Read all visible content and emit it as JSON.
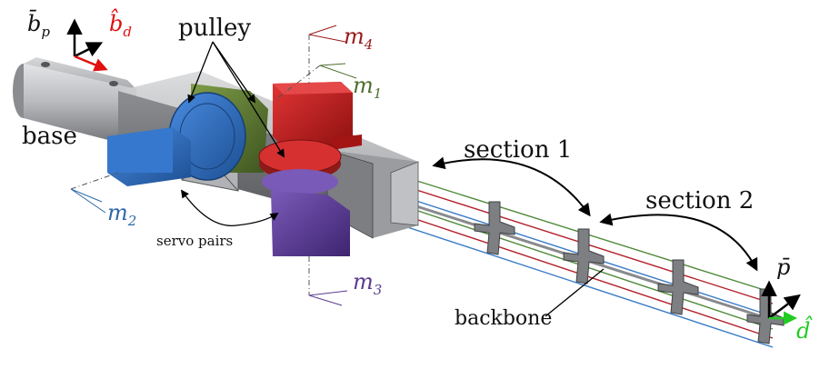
{
  "labels": {
    "base": "base",
    "pulley": "pulley",
    "servo_pairs": "servo pairs",
    "section1": "section 1",
    "section2": "section 2",
    "backbone": "backbone"
  },
  "frames": {
    "bp": {
      "sym": "b̄",
      "sub": "p",
      "color": "#111111"
    },
    "bd": {
      "sym": "b̂",
      "sub": "d",
      "color": "#e01010"
    },
    "p": {
      "sym": "p̄",
      "color": "#111111"
    },
    "d": {
      "sym": "d̂",
      "color": "#22cc22"
    }
  },
  "motors": {
    "m1": {
      "sym": "m",
      "sub": "1",
      "color": "#4e6e2c"
    },
    "m2": {
      "sym": "m",
      "sub": "2",
      "color": "#2f68a8"
    },
    "m3": {
      "sym": "m",
      "sub": "3",
      "color": "#5a3c8e"
    },
    "m4": {
      "sym": "m",
      "sub": "4",
      "color": "#9a1a1a"
    }
  },
  "colors": {
    "servo_red": "#c41a1a",
    "servo_green": "#5f7d32",
    "servo_blue": "#2d6bbf",
    "servo_purple": "#5b3a92",
    "frame_gray": "#a6a8ab",
    "tendon_green": "#4f8a3a",
    "tendon_red": "#b3202a",
    "tendon_blue": "#3a7bc8"
  }
}
